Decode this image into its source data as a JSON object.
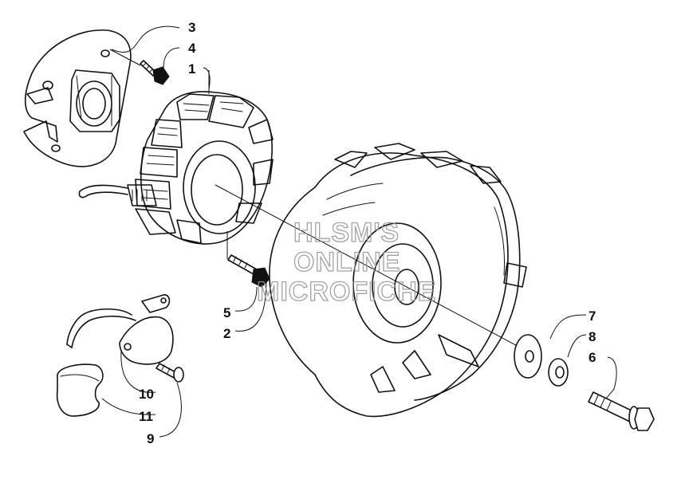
{
  "callouts": {
    "c1": "1",
    "c2": "2",
    "c3": "3",
    "c4": "4",
    "c5": "5",
    "c6": "6",
    "c7": "7",
    "c8": "8",
    "c9": "9",
    "c10": "10",
    "c11": "11"
  },
  "watermark": {
    "line1": "HLSM'S",
    "line2": "ONLINE",
    "line3": "MICROFICHE"
  },
  "colors": {
    "ink": "#111111",
    "watermark": "#999999",
    "background": "#ffffff"
  }
}
